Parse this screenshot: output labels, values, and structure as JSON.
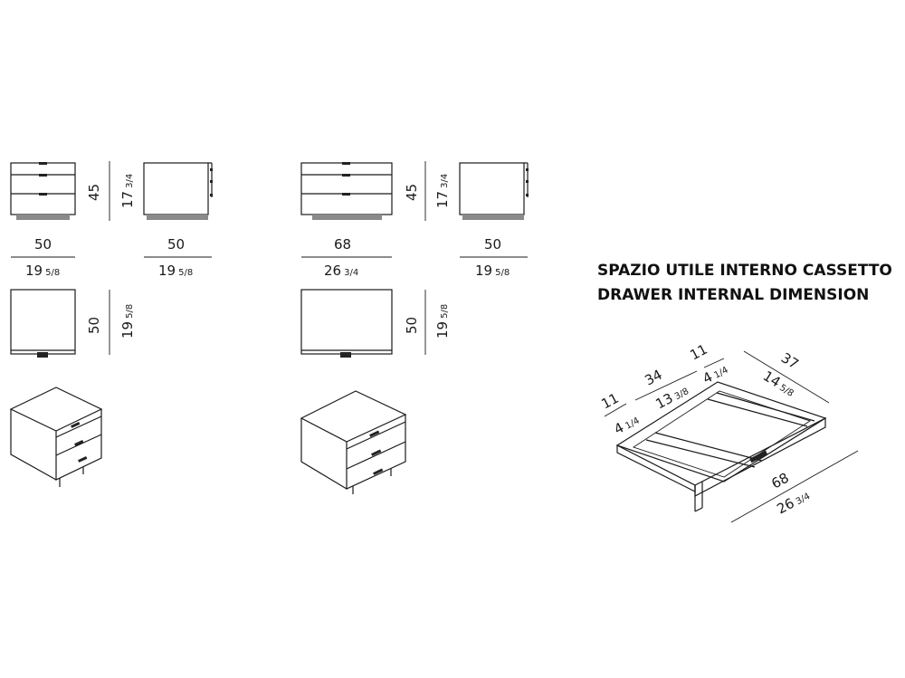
{
  "heading": {
    "line1": "SPAZIO UTILE INTERNO CASSETTO",
    "line2": "DRAWER INTERNAL DIMENSION"
  },
  "model_a": {
    "height_cm": "45",
    "height_in": "17",
    "height_in_frac": "3/4",
    "front_width_cm": "50",
    "front_width_in": "19",
    "front_width_in_frac": "5/8",
    "side_depth_cm": "50",
    "side_depth_in": "19",
    "side_depth_in_frac": "5/8",
    "plan_depth_cm": "50",
    "plan_depth_in": "19",
    "plan_depth_in_frac": "5/8"
  },
  "model_b": {
    "height_cm": "45",
    "height_in": "17",
    "height_in_frac": "3/4",
    "front_width_cm": "68",
    "front_width_in": "26",
    "front_width_in_frac": "3/4",
    "side_depth_cm": "50",
    "side_depth_in": "19",
    "side_depth_in_frac": "5/8",
    "plan_depth_cm": "50",
    "plan_depth_in": "19",
    "plan_depth_in_frac": "5/8"
  },
  "drawer": {
    "left_cm": "11",
    "left_in": "4",
    "left_in_frac": "1/4",
    "mid_cm": "34",
    "mid_in": "13",
    "mid_in_frac": "3/8",
    "right_cm": "11",
    "right_in": "4",
    "right_in_frac": "1/4",
    "depth_cm": "37",
    "depth_in": "14",
    "depth_in_frac": "5/8",
    "width_cm": "68",
    "width_in": "26",
    "width_in_frac": "3/4"
  },
  "colors": {
    "line": "#1a1a1a",
    "base": "#8a8a8a",
    "handle": "#222222"
  }
}
